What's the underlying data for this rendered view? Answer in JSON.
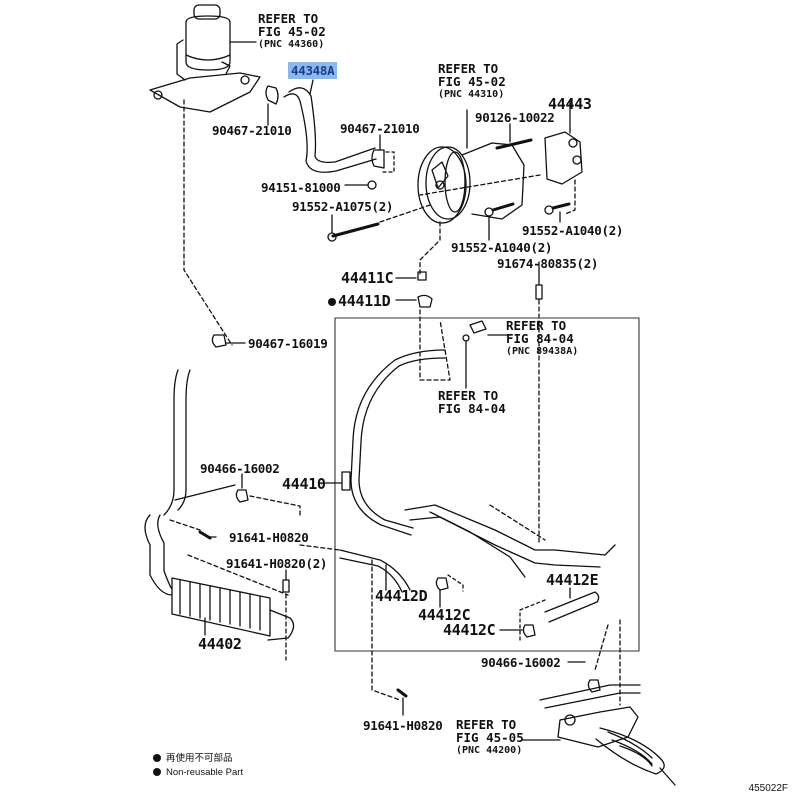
{
  "diagram": {
    "figure_id": "455022F",
    "highlight_color": "#8ab8f0",
    "references": [
      {
        "id": "ref-reservoir",
        "line1": "REFER TO",
        "line2": "FIG 45-02",
        "line3": "(PNC 44360)"
      },
      {
        "id": "ref-pump",
        "line1": "REFER TO",
        "line2": "FIG 45-02",
        "line3": "(PNC 44310)"
      },
      {
        "id": "ref-sensor",
        "line1": "REFER TO",
        "line2": "FIG 84-04",
        "line3": "(PNC 89438A)"
      },
      {
        "id": "ref-oring",
        "line1": "REFER TO",
        "line2": "FIG 84-04"
      },
      {
        "id": "ref-gear",
        "line1": "REFER TO",
        "line2": "FIG 45-05",
        "line3": "(PNC 44200)"
      }
    ],
    "parts": {
      "p44348A": "44348A",
      "p90467_21010_a": "90467-21010",
      "p90467_21010_b": "90467-21010",
      "p44443": "44443",
      "p90126_10022": "90126-10022",
      "p94151_81000": "94151-81000",
      "p91552_A1075": "91552-A1075(2)",
      "p91552_A1040_a": "91552-A1040(2)",
      "p91552_A1040_b": "91552-A1040(2)",
      "p91674_80835": "91674-80835(2)",
      "p44411C": "44411C",
      "p44411D": "44411D",
      "p90467_16019": "90467-16019",
      "p90466_16002_a": "90466-16002",
      "p44410": "44410",
      "p91641_H0820_a": "91641-H0820",
      "p91641_H0820_b": "91641-H0820(2)",
      "p44412D": "44412D",
      "p44412C_a": "44412C",
      "p44412C_b": "44412C",
      "p44412E": "44412E",
      "p44402": "44402",
      "p90466_16002_b": "90466-16002",
      "p91641_H0820_c": "91641-H0820"
    },
    "legend": {
      "line_jp": "再使用不可部品",
      "line_en": "Non-reusable Part"
    }
  }
}
